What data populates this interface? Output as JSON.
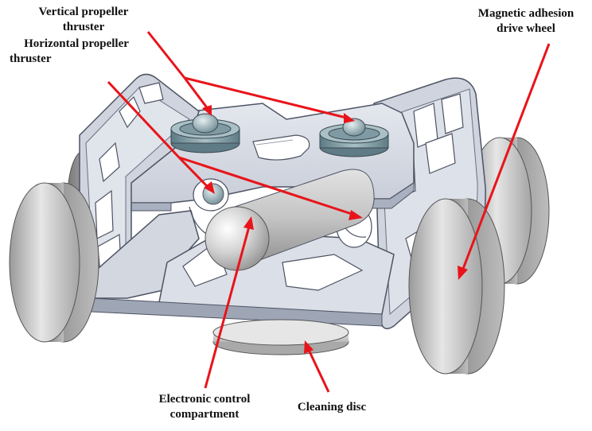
{
  "labels": {
    "vertical_thruster": {
      "line1": "Vertical propeller",
      "line2": "thruster"
    },
    "horizontal_thruster": {
      "line1": "Horizontal propeller",
      "line2": "thruster"
    },
    "drive_wheel": {
      "line1": "Magnetic adhesion",
      "line2": "drive wheel"
    },
    "control_compartment": {
      "line1": "Electronic control",
      "line2": "compartment"
    },
    "cleaning_disc": {
      "line1": "Cleaning disc"
    }
  },
  "colors": {
    "arrow": "#e8141a",
    "frame": "#d9dde6",
    "frame_shade": "#a9b0c0",
    "frame_edge": "#5a6070",
    "wheel": "#c9c9c9",
    "wheel_dark": "#8d8d8d",
    "thruster": "#7f9aa3",
    "compartment": "#cfcfcf"
  }
}
